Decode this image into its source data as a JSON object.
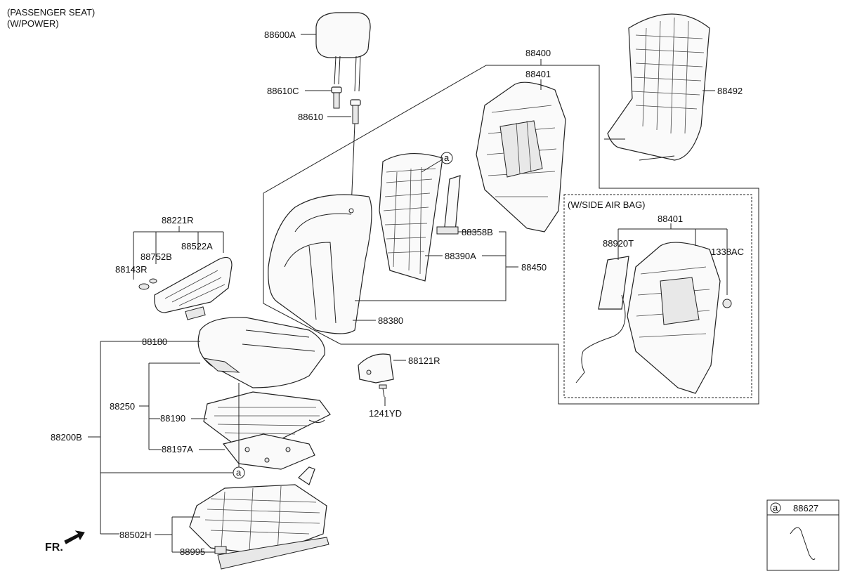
{
  "header": {
    "line1": "(PASSENGER SEAT)",
    "line2": "(W/POWER)"
  },
  "inset": {
    "title": "(W/SIDE AIR BAG)"
  },
  "callout_marker": "a",
  "fr_label": "FR.",
  "legend_box": {
    "marker": "a",
    "part": "88627"
  },
  "parts": {
    "p88600A": "88600A",
    "p88610C": "88610C",
    "p88610": "88610",
    "p88400": "88400",
    "p88401": "88401",
    "p88492": "88492",
    "p88221R": "88221R",
    "p88752B": "88752B",
    "p88522A": "88522A",
    "p88143R": "88143R",
    "p88358B": "88358B",
    "p88390A": "88390A",
    "p88450": "88450",
    "p88380": "88380",
    "p88180": "88180",
    "p88121R": "88121R",
    "p1241YD": "1241YD",
    "p88250": "88250",
    "p88190": "88190",
    "p88200B": "88200B",
    "p88197A": "88197A",
    "p88502H": "88502H",
    "p88995": "88995",
    "inset88401": "88401",
    "p88920T": "88920T",
    "p1338AC": "1338AC"
  }
}
